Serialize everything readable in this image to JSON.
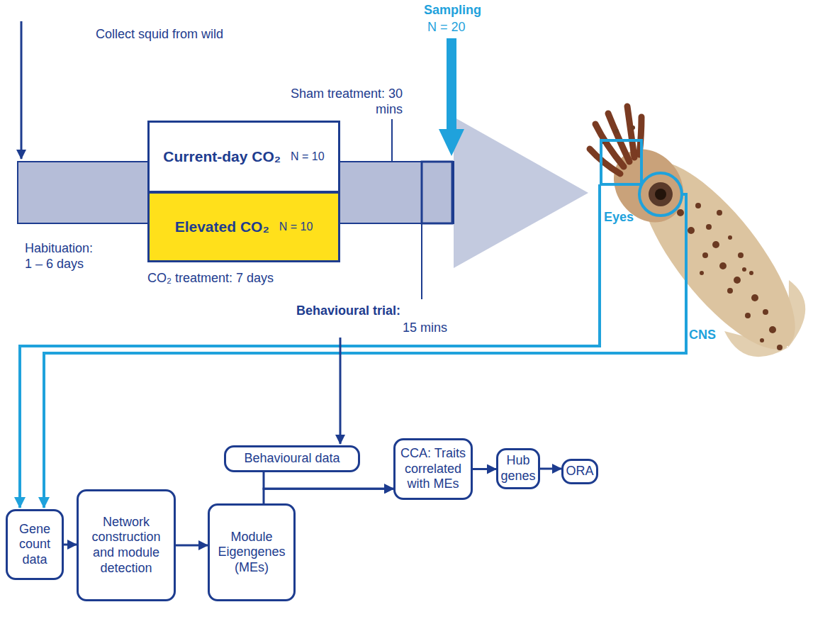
{
  "diagram": {
    "nodes": [
      {
        "text": [
          "Current-day CO₂",
          "N = 10"
        ]
      },
      {
        "text": [
          "Elevated CO₂",
          "N = 10"
        ]
      },
      {
        "text": [
          "Behavioural data"
        ]
      },
      {
        "text": [
          "Gene count data"
        ]
      },
      {
        "text": [
          "Network construction and module detection"
        ]
      },
      {
        "text": [
          "Module Eigengenes (MEs)"
        ]
      },
      {
        "text": [
          "CCA: Traits correlated with MEs"
        ]
      },
      {
        "text": [
          "Hub genes"
        ]
      },
      {
        "text": [
          "ORA"
        ]
      }
    ],
    "edges": [
      {
        "from": 3,
        "to": 4,
        "arrow": "to"
      },
      {
        "from": 4,
        "to": 5,
        "arrow": "to"
      },
      {
        "from": 2,
        "to": 6,
        "arrow": "to"
      },
      {
        "from": 5,
        "to": 6,
        "arrow": "to"
      },
      {
        "from": 6,
        "to": 7,
        "arrow": "to"
      },
      {
        "from": 7,
        "to": 8,
        "arrow": "to"
      }
    ],
    "labels": [
      "Collect squid from wild",
      "Sham treatment: 30 mins",
      "Sampling",
      "N = 20",
      "Habituation: 1 – 6 days",
      "CO₂ treatment: 7 days",
      "Behavioural trial:",
      "15 mins",
      "Eyes",
      "CNS"
    ]
  }
}
